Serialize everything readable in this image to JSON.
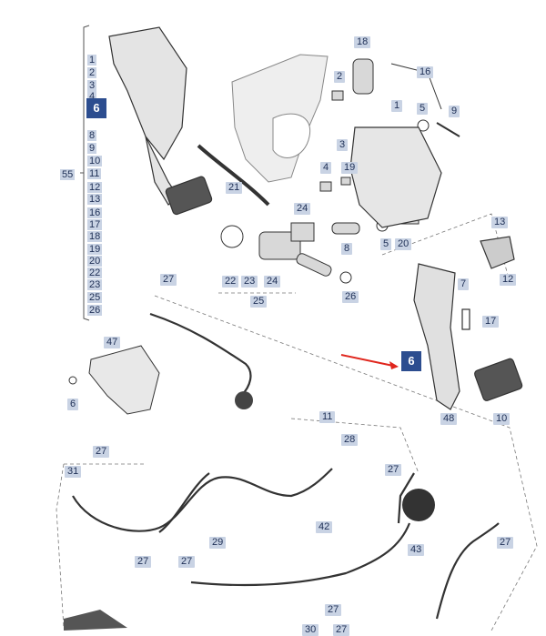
{
  "title": "",
  "highlight_label": "6",
  "column_list": [
    "1",
    "2",
    "3",
    "4",
    "6",
    "8",
    "9",
    "10",
    "11",
    "12",
    "13",
    "16",
    "17",
    "18",
    "19",
    "20",
    "22",
    "23",
    "25",
    "26"
  ],
  "group_label": "55",
  "callouts": [
    "18",
    "16",
    "2",
    "1",
    "5",
    "9",
    "3",
    "4",
    "19",
    "21",
    "24",
    "13",
    "22",
    "23",
    "24",
    "25",
    "8",
    "5",
    "20",
    "7",
    "12",
    "27",
    "26",
    "17",
    "47",
    "6",
    "48",
    "10",
    "11",
    "28",
    "27",
    "31",
    "27",
    "27",
    "42",
    "27",
    "27",
    "29",
    "43",
    "27",
    "30",
    "27"
  ],
  "arrow_color": "#e0261d",
  "accent_color": "#2c4d8f",
  "label_fill": "#c9d3e4"
}
